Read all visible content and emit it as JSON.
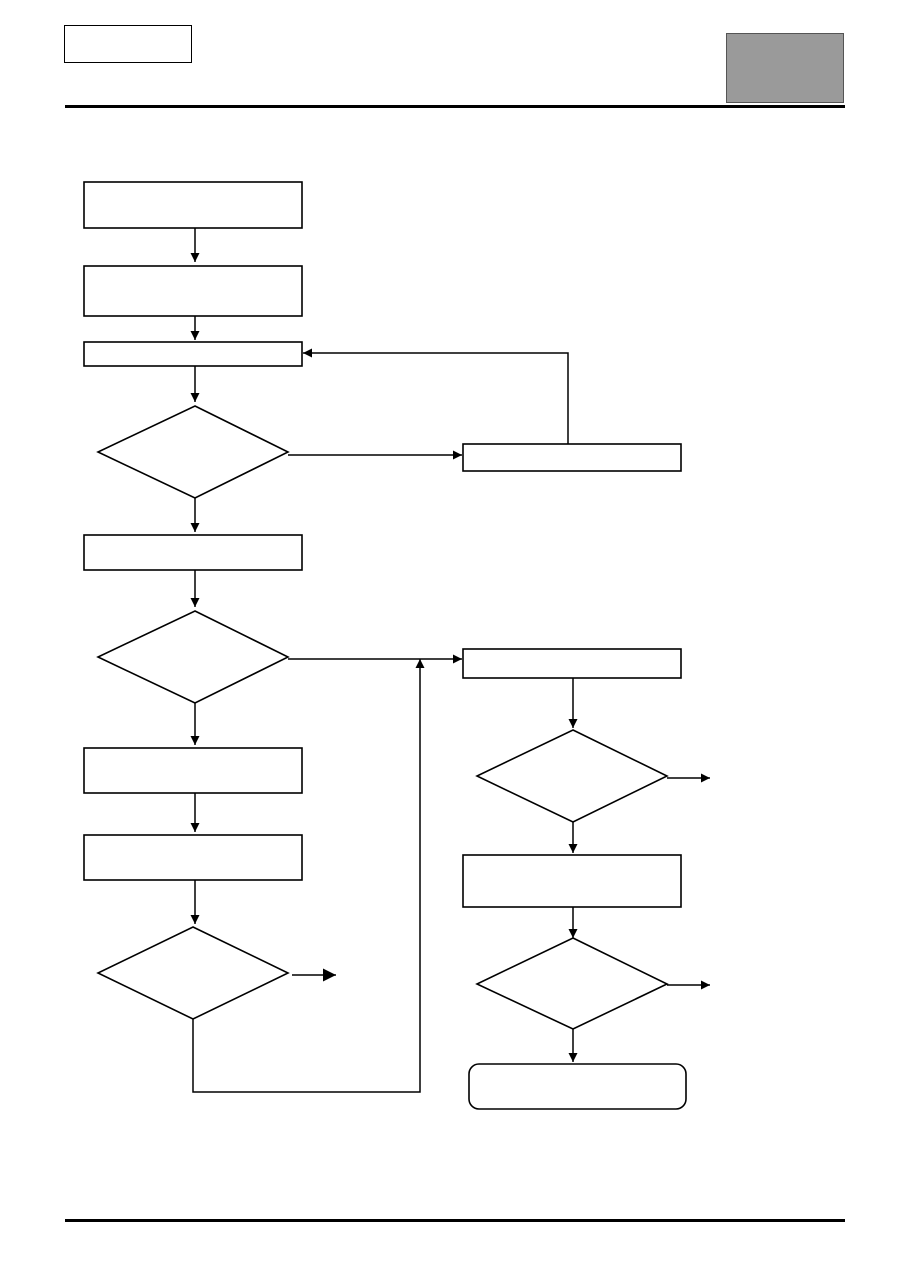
{
  "header": {
    "doc_code": "",
    "section_tag": ""
  },
  "flowchart": {
    "nodes": [
      {
        "id": "step-1",
        "shape": "process",
        "label": ""
      },
      {
        "id": "step-2",
        "shape": "process",
        "label": ""
      },
      {
        "id": "step-3",
        "shape": "process",
        "label": ""
      },
      {
        "id": "decision-1",
        "shape": "decision",
        "label": ""
      },
      {
        "id": "retry-step",
        "shape": "process",
        "label": ""
      },
      {
        "id": "step-4",
        "shape": "process",
        "label": ""
      },
      {
        "id": "decision-2",
        "shape": "decision",
        "label": ""
      },
      {
        "id": "step-5",
        "shape": "process",
        "label": ""
      },
      {
        "id": "step-6",
        "shape": "process",
        "label": ""
      },
      {
        "id": "decision-3",
        "shape": "decision",
        "label": ""
      },
      {
        "id": "branch-step-1",
        "shape": "process",
        "label": ""
      },
      {
        "id": "decision-4",
        "shape": "decision",
        "label": ""
      },
      {
        "id": "branch-step-2",
        "shape": "process",
        "label": ""
      },
      {
        "id": "decision-5",
        "shape": "decision",
        "label": ""
      },
      {
        "id": "terminal",
        "shape": "terminator",
        "label": ""
      }
    ],
    "edges": [
      {
        "from": "step-1",
        "to": "step-2"
      },
      {
        "from": "step-2",
        "to": "step-3"
      },
      {
        "from": "step-3",
        "to": "decision-1"
      },
      {
        "from": "decision-1",
        "to": "retry-step"
      },
      {
        "from": "retry-step",
        "to": "step-3"
      },
      {
        "from": "decision-1",
        "to": "step-4"
      },
      {
        "from": "step-4",
        "to": "decision-2"
      },
      {
        "from": "decision-2",
        "to": "branch-step-1"
      },
      {
        "from": "decision-2",
        "to": "step-5"
      },
      {
        "from": "step-5",
        "to": "step-6"
      },
      {
        "from": "step-6",
        "to": "decision-3"
      },
      {
        "from": "decision-3",
        "to": "off-page-1"
      },
      {
        "from": "decision-3",
        "to": "branch-step-1"
      },
      {
        "from": "branch-step-1",
        "to": "decision-4"
      },
      {
        "from": "decision-4",
        "to": "off-page-2"
      },
      {
        "from": "decision-4",
        "to": "branch-step-2"
      },
      {
        "from": "branch-step-2",
        "to": "decision-5"
      },
      {
        "from": "decision-5",
        "to": "off-page-3"
      },
      {
        "from": "decision-5",
        "to": "terminal"
      }
    ]
  },
  "colors": {
    "stroke": "#000000",
    "header_tag_fill": "#9a9a9a"
  }
}
